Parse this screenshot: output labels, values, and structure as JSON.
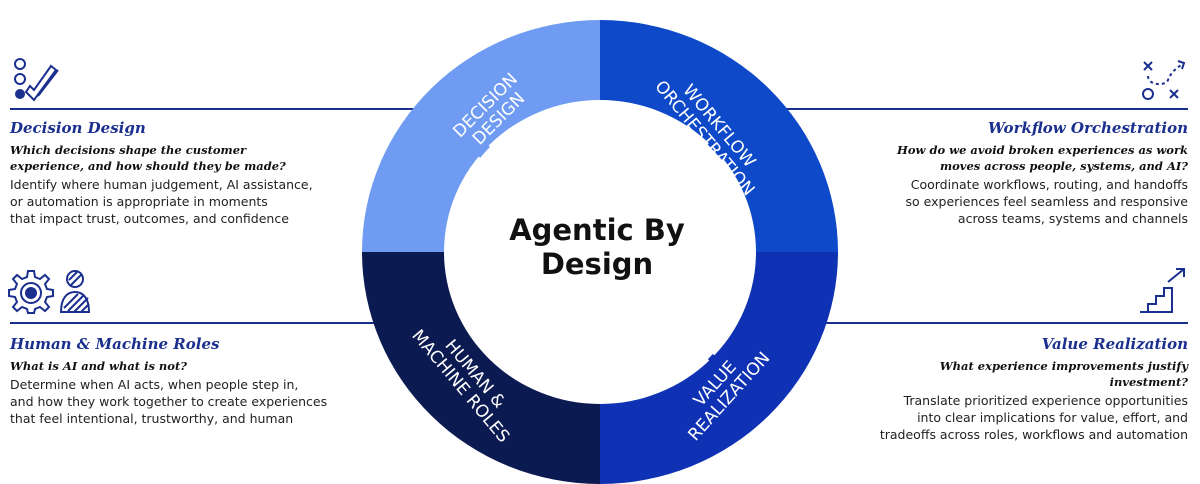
{
  "center": {
    "line1": "Agentic By",
    "line2": "Design"
  },
  "colors": {
    "decision": "#6f9cf2",
    "workflow": "#0d49c9",
    "value": "#0f31b3",
    "human": "#0c1a52",
    "accent": "#1b2f8f"
  },
  "segments": [
    {
      "id": "decision",
      "label_lines": [
        "DECISION",
        "DESIGN"
      ]
    },
    {
      "id": "workflow",
      "label_lines": [
        "WORKFLOW",
        "ORCHESTRATION"
      ]
    },
    {
      "id": "value",
      "label_lines": [
        "VALUE",
        "REALIZATION"
      ]
    },
    {
      "id": "human",
      "label_lines": [
        "HUMAN &",
        "MACHINE ROLES"
      ]
    }
  ],
  "panels": {
    "decision": {
      "title": "Decision Design",
      "question": "Which decisions shape the customer\nexperience, and how should they be made?",
      "desc": "Identify where human judgement, AI assistance,\nor automation is appropriate in moments\nthat impact trust, outcomes, and confidence"
    },
    "workflow": {
      "title": "Workflow Orchestration",
      "question": "How do we avoid broken experiences as work\nmoves across people, systems, and AI?",
      "desc": "Coordinate workflows, routing, and handoffs\nso experiences feel seamless and responsive\nacross teams, systems and channels"
    },
    "human": {
      "title": "Human & Machine Roles",
      "question": "What is AI and what is not?",
      "desc": "Determine when AI acts, when people step in,\nand how they work together to create experiences\nthat feel intentional, trustworthy, and human"
    },
    "value": {
      "title": "Value Realization",
      "question": "What experience improvements justify investment?",
      "desc": "Translate prioritized experience opportunities\ninto clear implications for value, effort, and\ntradeoffs across roles, workflows and automation"
    }
  },
  "icons": {
    "decision": "checklist-icon",
    "workflow": "play-diagram-icon",
    "human": "gear-icon",
    "human_secondary": "person-icon",
    "value": "stairs-arrow-icon"
  }
}
